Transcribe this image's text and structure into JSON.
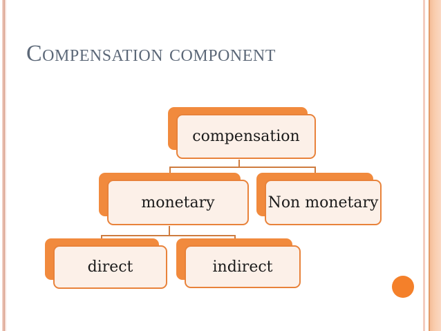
{
  "slide": {
    "title": "Compensation component"
  },
  "diagram": {
    "type": "org-hierarchy",
    "nodes": [
      {
        "id": "compensation",
        "label": "compensation",
        "level": 1,
        "parent": null
      },
      {
        "id": "monetary",
        "label": "monetary",
        "level": 2,
        "parent": "compensation"
      },
      {
        "id": "non-monetary",
        "label": "Non monetary",
        "level": 2,
        "parent": "compensation"
      },
      {
        "id": "direct",
        "label": "direct",
        "level": 3,
        "parent": "monetary"
      },
      {
        "id": "indirect",
        "label": "indirect",
        "level": 3,
        "parent": "monetary"
      }
    ],
    "edges": [
      {
        "from": "compensation",
        "to": "monetary"
      },
      {
        "from": "compensation",
        "to": "non-monetary"
      },
      {
        "from": "monetary",
        "to": "direct"
      },
      {
        "from": "monetary",
        "to": "indirect"
      }
    ]
  },
  "colors": {
    "node_shadow_orange": "#F18A3D",
    "node_fill": "#FCF0E8",
    "node_border": "#E8823A",
    "connector": "#CE7B3E",
    "title_text": "#5C6878",
    "node_text": "#1B1B1B",
    "page_dot": "#F4802A",
    "left_pinstripe": "#F0CCC0",
    "right_band": "#F9CCAC",
    "background": "#FFFFFF"
  }
}
